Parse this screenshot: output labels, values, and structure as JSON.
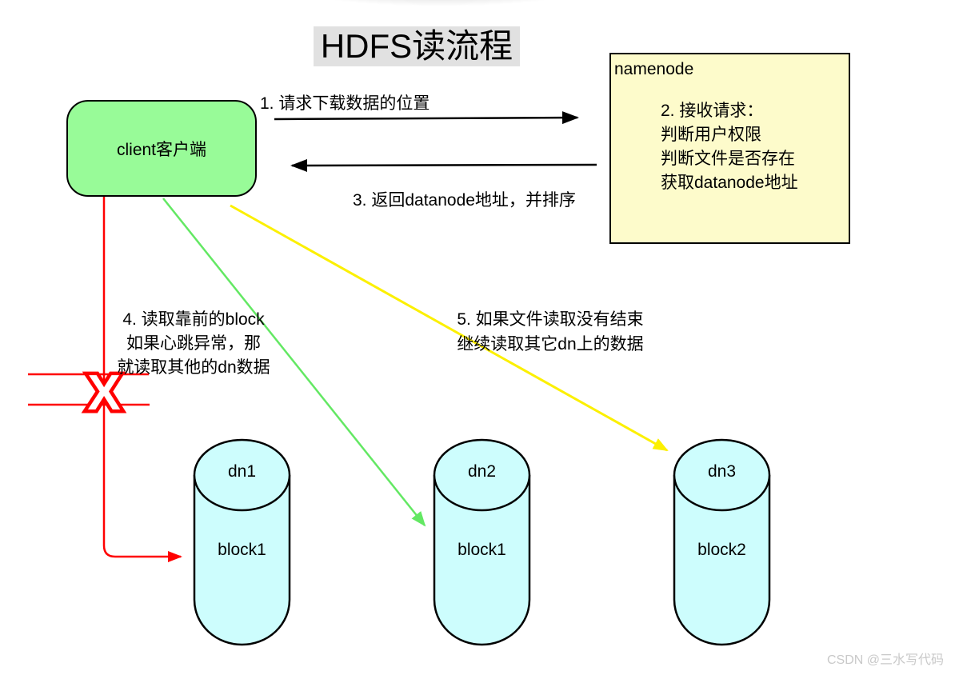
{
  "title": "HDFS读流程",
  "client": {
    "label": "client客户端"
  },
  "namenode": {
    "label": "namenode",
    "lines": [
      "2. 接收请求：",
      "判断用户权限",
      "判断文件是否存在",
      "获取datanode地址"
    ]
  },
  "flow_labels": {
    "step1": "1. 请求下载数据的位置",
    "step3": "3. 返回datanode地址，并排序",
    "step4_lines": [
      "4. 读取靠前的block",
      "如果心跳异常，那",
      "就读取其他的dn数据"
    ],
    "step5_lines": [
      "5. 如果文件读取没有结束",
      "继续读取其它dn上的数据"
    ]
  },
  "datanodes": [
    {
      "name": "dn1",
      "block": "block1"
    },
    {
      "name": "dn2",
      "block": "block1"
    },
    {
      "name": "dn3",
      "block": "block2"
    }
  ],
  "failure_mark": "X",
  "watermark": "CSDN @三水写代码",
  "colors": {
    "client_fill": "#98FB98",
    "namenode_fill": "#FDFBCB",
    "datanode_fill": "#CDFDFD",
    "arrow_black": "#000000",
    "arrow_green": "#63E863",
    "arrow_yellow": "#FCF000",
    "arrow_red": "#FF0000",
    "title_highlight": "#E1E1E1",
    "watermark_color": "#C9C9C9"
  }
}
